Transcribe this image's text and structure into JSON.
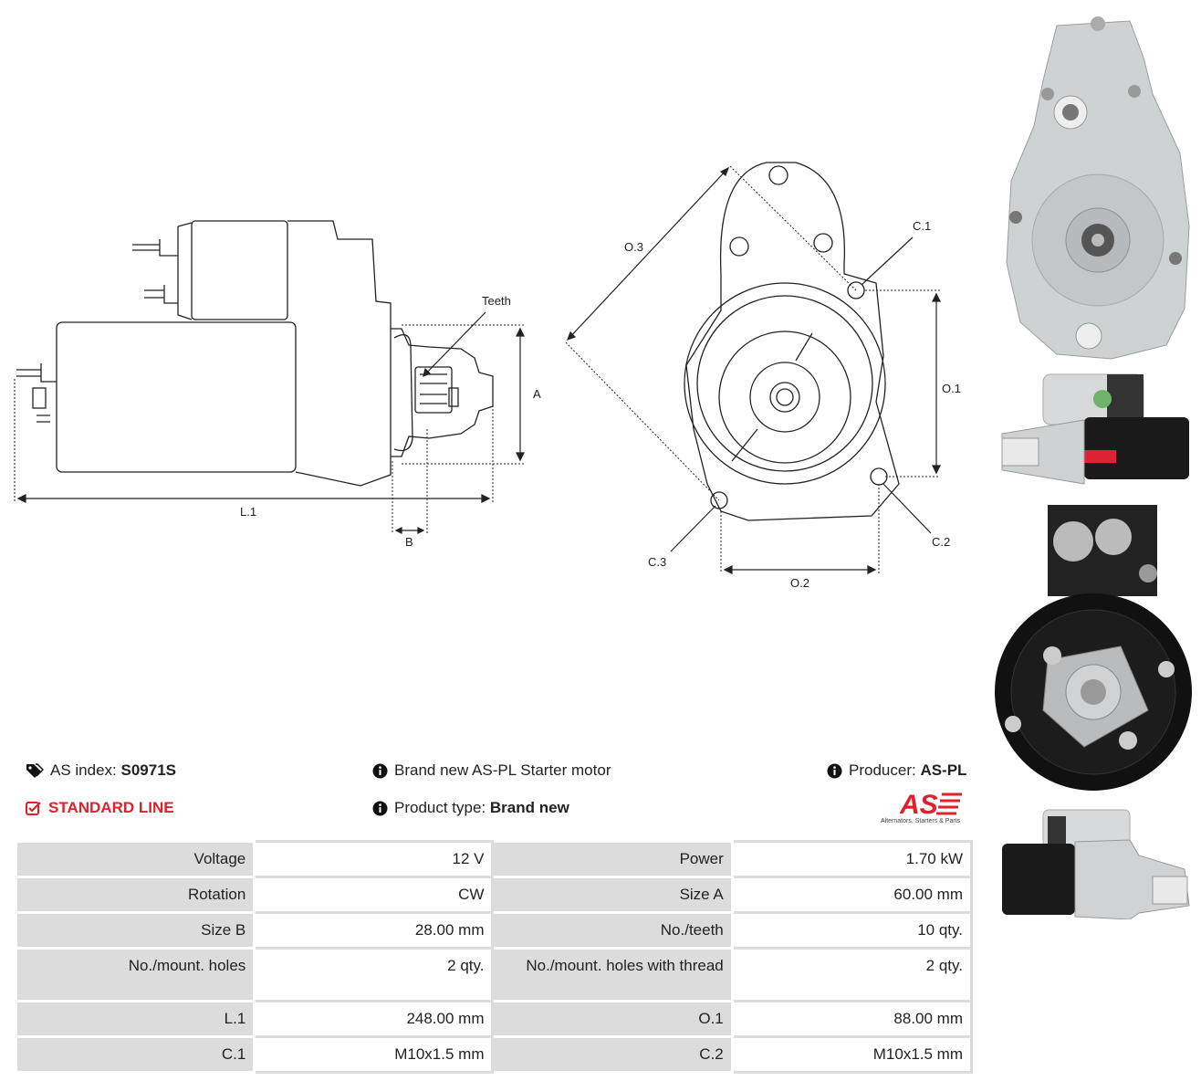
{
  "diagram_labels": {
    "teeth": "Teeth",
    "a": "A",
    "b": "B",
    "l1": "L.1",
    "o1": "O.1",
    "o2": "O.2",
    "o3": "O.3",
    "c1": "C.1",
    "c2": "C.2",
    "c3": "C.3"
  },
  "info": {
    "as_index_label": "AS index:",
    "as_index_value": "S0971S",
    "line": "STANDARD LINE",
    "description": "Brand new AS-PL Starter motor",
    "product_type_label": "Product type:",
    "product_type_value": "Brand new",
    "producer_label": "Producer:",
    "producer_value": "AS-PL"
  },
  "logo": {
    "text": "AS",
    "tagline": "Alternators, Starters & Parts"
  },
  "specs": [
    [
      {
        "k": "Voltage",
        "v": "12 V"
      },
      {
        "k": "Power",
        "v": "1.70 kW"
      }
    ],
    [
      {
        "k": "Rotation",
        "v": "CW"
      },
      {
        "k": "Size A",
        "v": "60.00 mm"
      }
    ],
    [
      {
        "k": "Size B",
        "v": "28.00 mm"
      },
      {
        "k": "No./teeth",
        "v": "10 qty."
      }
    ],
    [
      {
        "k": "No./mount. holes",
        "v": "2 qty."
      },
      {
        "k": "No./mount. holes with thread",
        "v": "2 qty."
      }
    ],
    [
      {
        "k": "L.1",
        "v": "248.00 mm"
      },
      {
        "k": "O.1",
        "v": "88.00 mm"
      }
    ],
    [
      {
        "k": "C.1",
        "v": "M10x1.5 mm"
      },
      {
        "k": "C.2",
        "v": "M10x1.5 mm"
      }
    ]
  ],
  "colors": {
    "accent_red": "#e0202a",
    "table_gray": "#dcdcdc"
  },
  "icons": [
    "tags-icon",
    "check-square-icon",
    "info-circle-icon"
  ]
}
